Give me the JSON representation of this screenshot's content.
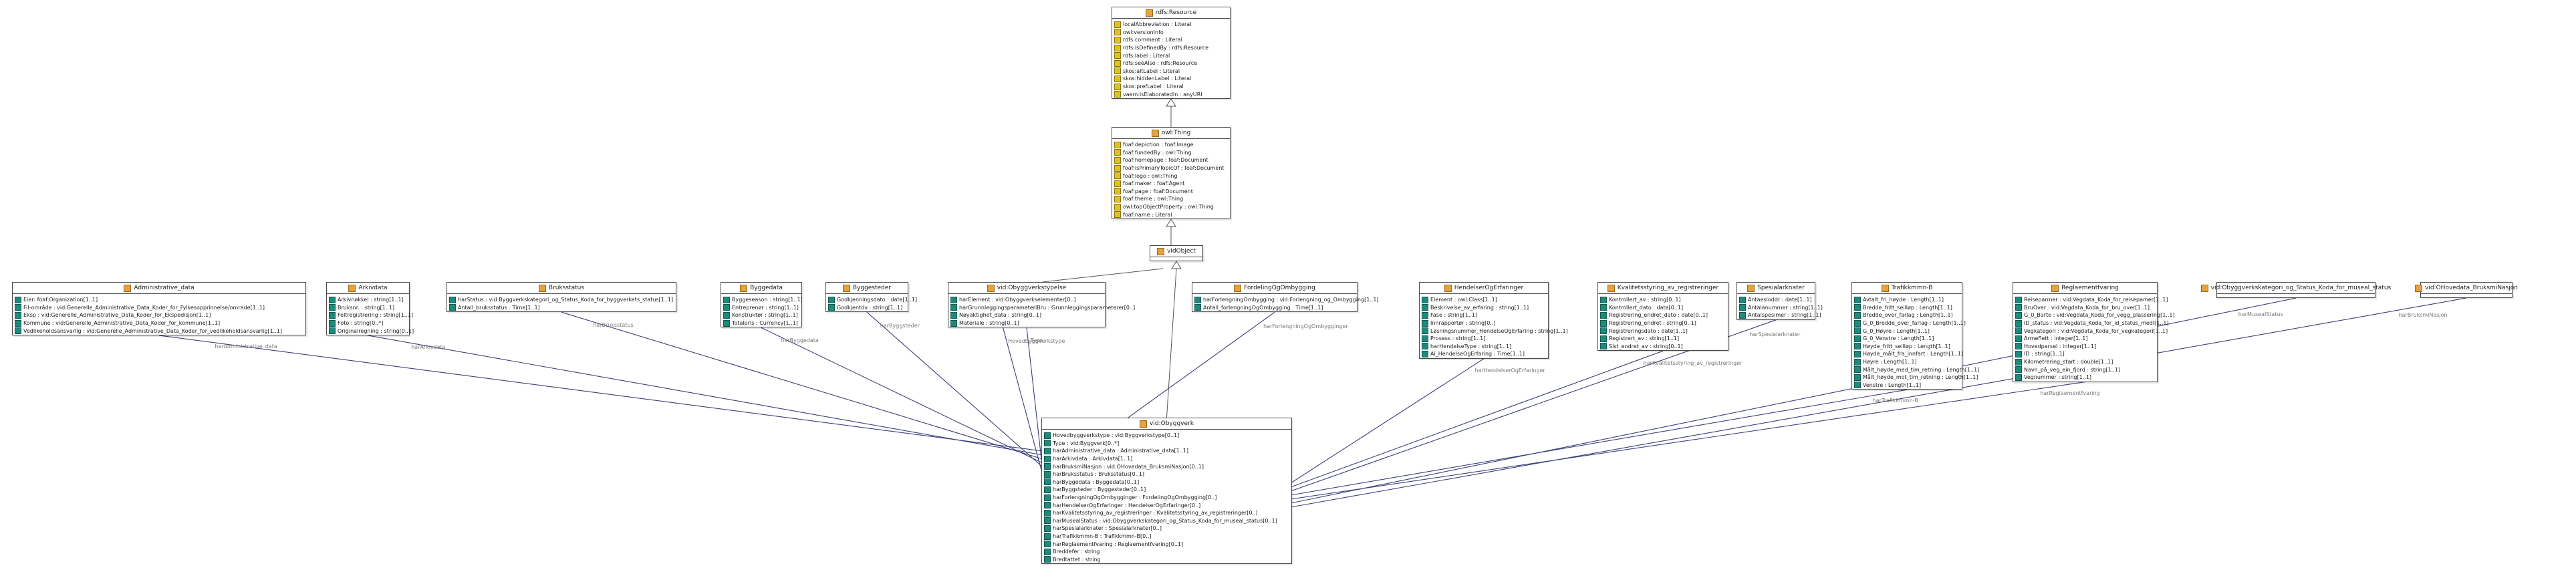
{
  "colors": {
    "edge_association": "#3a3f7a",
    "edge_generalization": "#555555",
    "class_icon": "#e7a23b",
    "attr_icon_public": "#1f8a7b",
    "attr_icon_inherited": "#e0c21f"
  },
  "classes": [
    {
      "id": "rdfs_Resource",
      "name": "rdfs:Resource",
      "icon": "class-icon",
      "attr_style": "inherited",
      "attributes": [
        "localAbbreviation : Literal",
        "owl:versionInfo",
        "rdfs:comment : Literal",
        "rdfs:isDefinedBy : rdfs:Resource",
        "rdfs:label : Literal",
        "rdfs:seeAlso : rdfs:Resource",
        "skos:altLabel : Literal",
        "skos:hiddenLabel : Literal",
        "skos:prefLabel : Literal",
        "vaem:isElaboratedIn : anyURI"
      ]
    },
    {
      "id": "owl_Thing",
      "name": "owl:Thing",
      "icon": "class-icon",
      "attr_style": "inherited",
      "attributes": [
        "foaf:depiction : foaf:Image",
        "foaf:fundedBy : owl:Thing",
        "foaf:homepage : foaf:Document",
        "foaf:isPrimaryTopicOf : foaf:Document",
        "foaf:logo : owl:Thing",
        "foaf:maker : foaf:Agent",
        "foaf:page : foaf:Document",
        "foaf:theme : owl:Thing",
        "owl:topObjectProperty : owl:Thing",
        "foaf:name : Literal"
      ]
    },
    {
      "id": "vidObject",
      "name": "vidObject",
      "icon": "class-icon",
      "attr_style": "public",
      "attributes": []
    },
    {
      "id": "Administrative_data",
      "name": "Administrative_data",
      "icon": "class-icon",
      "attr_style": "public",
      "attributes": [
        "Eier: foaf:Organization[1..1]",
        "Fil-område : vid:Generelle_Administrative_Data_Koder_for_Fylkesopprinnelse/omrade[1..1]",
        "Eksp : vid:Generelle_Administrative_Data_Koder_for_Ekspedisjon[1..1]",
        "Kommune : vid:Generelle_Administrative_Data_Koder_for_kommune[1..1]",
        "Vedlikeholdsansvarlig : vid:Generelle_Administrative_Data_Koder_for_vedlikeholdsansvarlig[1..1]"
      ]
    },
    {
      "id": "Arkivdata",
      "name": "Arkivdata",
      "icon": "class-icon",
      "attr_style": "public",
      "attributes": [
        "Arkivnøkkel : string[1..1]",
        "Bruksnr. : string[1..1]",
        "Feltregistrering : string[1..1]",
        "Foto : string[0..*]",
        "Originalregning : string[0..1]"
      ]
    },
    {
      "id": "Bruksstatus",
      "name": "Bruksstatus",
      "icon": "class-icon",
      "attr_style": "public",
      "attributes": [
        "harStatus : vid:Byggverkskategori_og_Status_Koda_for_byggverkets_status[1..1]",
        "Antall_bruksstatus : Time[1..1]"
      ]
    },
    {
      "id": "Byggedata",
      "name": "Byggedata",
      "icon": "class-icon",
      "attr_style": "public",
      "attributes": [
        "Byggeseason : string[1..1]",
        "Entreprenør : string[1..1]",
        "Konstruktør : string[1..1]",
        "Totalpris : Currency[1..1]"
      ]
    },
    {
      "id": "Byggesteder",
      "name": "Byggesteder",
      "icon": "class-icon",
      "attr_style": "public",
      "attributes": [
        "Godkjenningsdato : date[1..1]",
        "Godkjentdv : string[1..1]"
      ]
    },
    {
      "id": "vidObyggverkstypelse",
      "name": "vid:Obyggverkstypelse",
      "icon": "class-icon",
      "attr_style": "public",
      "attributes": [
        "harElement : vid:Obyggverkselementer[0..]",
        "harGrunnleggingsparameteriBru : Grunnleggingsparameterer[0..]",
        "Nøyaktighet_data : string[0..1]",
        "Materiale : string[0..1]"
      ]
    },
    {
      "id": "FordelingOgOmbygging",
      "name": "FordelingOgOmbygging",
      "icon": "class-icon",
      "attr_style": "public",
      "attributes": [
        "harForlengningOmbygging : vid:Forlengning_og_Ombygging[1..1]",
        "Antall_forlengningOgOmbygging : Time[1..1]"
      ]
    },
    {
      "id": "HendelserOgErfaringer",
      "name": "HendelserOgErfaringer",
      "icon": "class-icon",
      "attr_style": "public",
      "attributes": [
        "Element : owl:Class[1..1]",
        "Beskrivelse_av_erfaring : string[1..1]",
        "Fase : string[1..1]",
        "Innrapportør : string[0..]",
        "Løsningsnummer_HendelseOgErfaring : string[1..1]",
        "Prosess : string[1..1]",
        "harHendelseType : string[1..1]",
        "Ai_HendelseOgErfaring : Time[1..1]"
      ]
    },
    {
      "id": "Kvalitetsstyring_av_registreringer",
      "name": "Kvalitetsstyring_av_registreringer",
      "icon": "class-icon",
      "attr_style": "public",
      "attributes": [
        "Kontrollert_av : string[0..1]",
        "Kontrollert_dato : date[0..1]",
        "Registrering_endret_dato : date[0..1]",
        "Registrering_endret : string[0..1]",
        "Registreringsdato : date[1..1]",
        "Registrert_av : string[1..1]",
        "Sist_endret_av : string[0..1]"
      ]
    },
    {
      "id": "Spesialarknater",
      "name": "Spesialarknater",
      "icon": "class-icon",
      "attr_style": "public",
      "attributes": [
        "Antaesloddr : date[1..1]",
        "Antalanummer : string[1..1]",
        "Antalspesimer : string[1..1]"
      ]
    },
    {
      "id": "Trafikkmmn-B",
      "name": "Trafikkmmn-B",
      "icon": "class-icon",
      "attr_style": "public",
      "attributes": [
        "Avtalt_fri_høyde : Length[1..1]",
        "Bredde_fritt_seilløp : Length[1..1]",
        "Bredde_over_farlag : Length[1..1]",
        "G_0_Bredde_over_farlag : Length[1..1]",
        "G_0_Høyre : Length[1..1]",
        "G_0_Venstre : Length[1..1]",
        "Høyde_fritt_seilløp : Length[1..1]",
        "Høyde_målt_fra_innfart : Length[1..1]",
        "Høyre : Length[1..1]",
        "Målt_høyde_med_tim_retning : Length[1..1]",
        "Målt_høyde_mot_tim_retning : Length[1..1]",
        "Venstre : Length[1..1]"
      ]
    },
    {
      "id": "Reglaementfvaring",
      "name": "Reglaementfvaring",
      "icon": "class-icon",
      "attr_style": "public",
      "attributes": [
        "Reiseparmer : vid:Vegdata_Koda_for_reisepamer[1..1]",
        "BruOver : vid:Vegdata_Koda_for_bru_over[1..1]",
        "G_0_Barte : vid:Vegdata_Koda_for_vegg_plassering[1..1]",
        "ID_status : vid:Vegdata_Koda_for_id_status_medl[1..1]",
        "Vegkategori : vid:Vegdata_Koda_for_vegkategori[1..1]",
        "Armeflett : integer[1..1]",
        "Hovedparsel : integer[1..1]",
        "ID : string[1..1]",
        "Kilometrering_start : double[1..1]",
        "Navn_på_veg_ein_fjord : string[1..1]",
        "Vegnummer : string[1..1]"
      ]
    },
    {
      "id": "vidObyggverkskategori",
      "name": "vid:Obyggverkskategori_og_Status_Koda_for_museal_status",
      "icon": "class-icon",
      "attr_style": "public",
      "attributes": []
    },
    {
      "id": "vidOHovedata",
      "name": "vid:OHovedata_BruksmiNasjon",
      "icon": "class-icon",
      "attr_style": "public",
      "attributes": []
    },
    {
      "id": "vidObyggverk",
      "name": "vid:Obyggverk",
      "icon": "class-icon",
      "attr_style": "public",
      "attributes": [
        "Hovedbyggverkstype : vid:Byggverkstype[0..1]",
        "Type : vid:Byggverk[0..*]",
        "harAdministrative_data : Administrative_data[1..1]",
        "harArkivdata : Arkivdata[1..1]",
        "harBruksmiNasjon : vid:OHovedata_BruksmiNasjon[0..1]",
        "harBruksstatus : Bruksstatus[0..1]",
        "harByggedata : Byggedata[0..1]",
        "harByggsteder : Byggesteder[0..1]",
        "harForlengningOgOmbygginger : FordelingOgOmbygging[0..]",
        "harHendelserOgErfaringer : HendelserOgErfaringer[0..]",
        "harKvalitetsstyring_av_registreringer : Kvalitetsstyring_av_registreringer[0..]",
        "harMusealStatus : vid:Obyggverkskategori_og_Status_Koda_for_museal_status[0..1]",
        "harSpesialarknater : Spesialarknater[0..]",
        "harTrafikkmmn-B : Trafikkmmn-B[0..]",
        "harReglaementfvaring : Reglaementfvaring[0..1]",
        "Breddefer : string",
        "Bredtattet : string"
      ]
    }
  ],
  "edge_labels": [
    {
      "id": "e-admin",
      "text": "harAdministrative_data"
    },
    {
      "id": "e-arkiv",
      "text": "harArkivdata"
    },
    {
      "id": "e-bruks",
      "text": "harBruksstatus"
    },
    {
      "id": "e-byggedata",
      "text": "harByggedata"
    },
    {
      "id": "e-byggsteder",
      "text": "harByggsteder"
    },
    {
      "id": "e-type",
      "text": "Type"
    },
    {
      "id": "e-hovedtype",
      "text": "Hovedbyggverkstype"
    },
    {
      "id": "e-forleng",
      "text": "harForlengningOgOmbygginger"
    },
    {
      "id": "e-hendelse",
      "text": "harHendelserOgErfaringer"
    },
    {
      "id": "e-kvalitet",
      "text": "harKvalitetsstyring_av_registreringer"
    },
    {
      "id": "e-spesial",
      "text": "harSpesialarknater"
    },
    {
      "id": "e-trafikk",
      "text": "harTrafikkmmn-B"
    },
    {
      "id": "e-reglement",
      "text": "harReglaementfvaring"
    },
    {
      "id": "e-museal",
      "text": "harMusealStatus"
    },
    {
      "id": "e-bruksmi",
      "text": "harBruksmiNasjon"
    }
  ]
}
